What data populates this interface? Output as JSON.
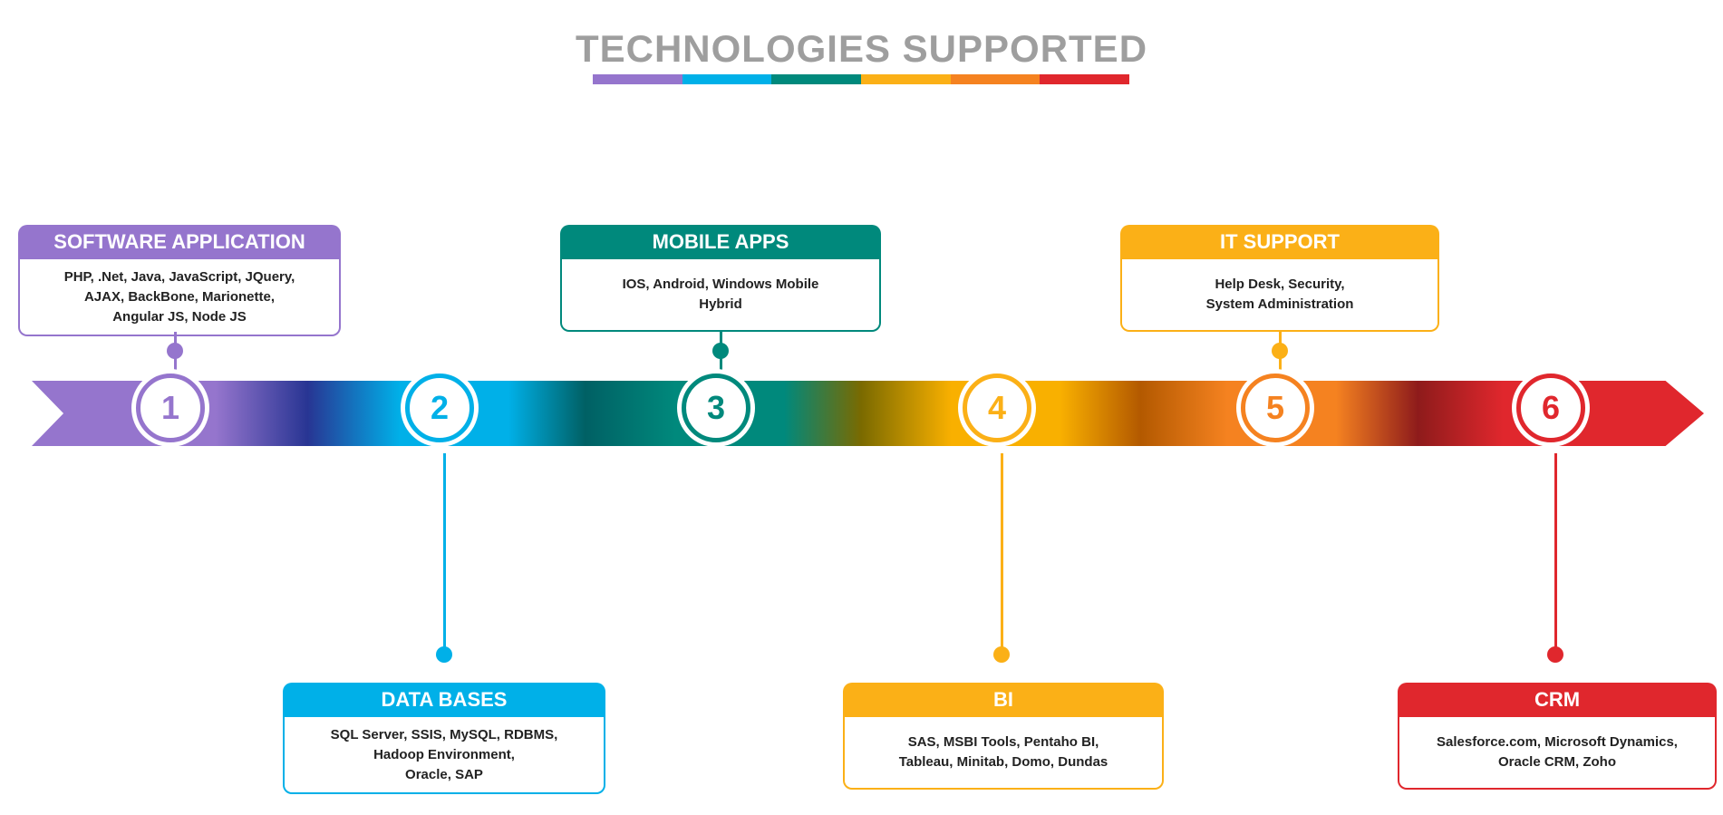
{
  "title": "TECHNOLOGIES SUPPORTED",
  "sections": [
    {
      "number": "1",
      "title": "SOFTWARE APPLICATION",
      "items": "PHP, .Net, Java, JavaScript, JQuery,\nAJAX, BackBone, Marionette,\nAngular JS, Node JS",
      "color": "#9575cd",
      "node_color": "#9575cd",
      "position": "top"
    },
    {
      "number": "2",
      "title": "DATA BASES",
      "items": "SQL Server, SSIS, MySQL, RDBMS,\nHadoop Environment,\nOracle, SAP",
      "color": "#00b0e8",
      "node_color": "#00b0e8",
      "position": "bottom"
    },
    {
      "number": "3",
      "title": "MOBILE APPS",
      "items": "IOS, Android, Windows Mobile\nHybrid",
      "color": "#00897c",
      "node_color": "#00897c",
      "position": "top"
    },
    {
      "number": "4",
      "title": "BI",
      "items": "SAS, MSBI Tools, Pentaho BI,\nTableau, Minitab, Domo, Dundas",
      "color": "#fbb017",
      "node_color": "#fbb017",
      "position": "bottom"
    },
    {
      "number": "5",
      "title": "IT SUPPORT",
      "items": "Help Desk, Security,\nSystem Administration",
      "color": "#fbb017",
      "node_color": "#f58220",
      "position": "top"
    },
    {
      "number": "6",
      "title": "CRM",
      "items": "Salesforce.com, Microsoft Dynamics,\nOracle CRM, Zoho",
      "color": "#e0272d",
      "node_color": "#e0272d",
      "position": "bottom"
    }
  ]
}
